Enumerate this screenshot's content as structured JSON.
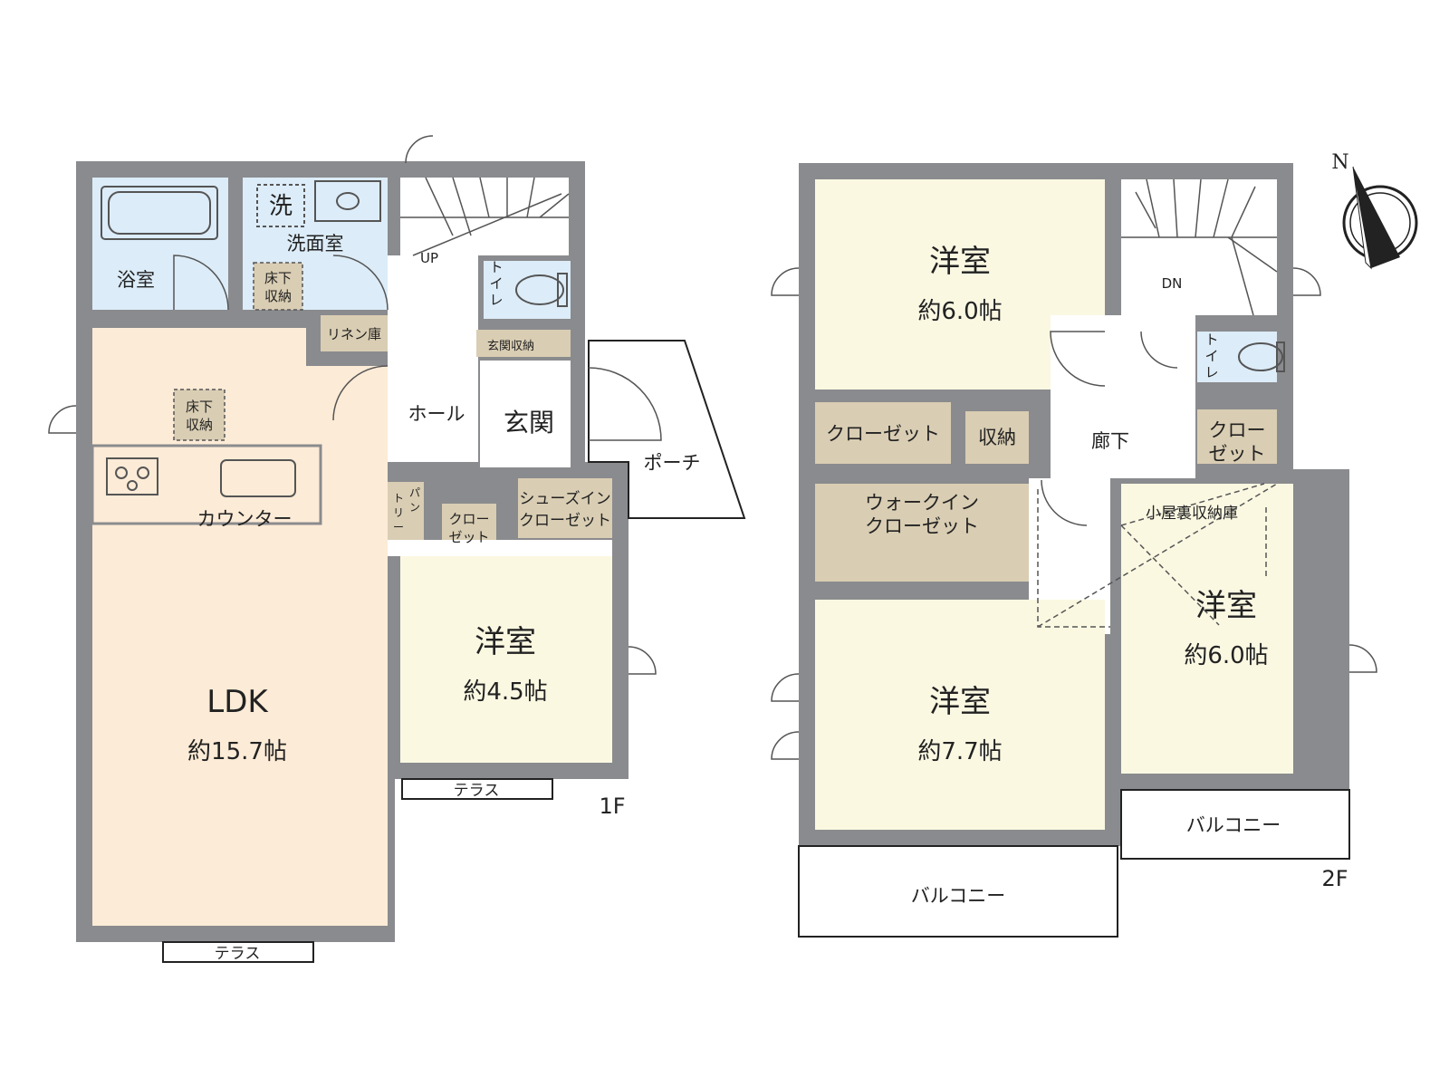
{
  "colors": {
    "wall": "#8a8b8e",
    "ldk": "#fcebd6",
    "western": "#fbf8e2",
    "wet": "#dcecf8",
    "storage": "#d9cdb3",
    "hall": "#ffffff"
  },
  "floor1": {
    "tag": "1F",
    "bath": "浴室",
    "washer": "洗",
    "washroom": "洗面室",
    "underfloor_wash": {
      "line1": "床下",
      "line2": "収納"
    },
    "linen": "リネン庫",
    "up": "UP",
    "toilet": {
      "line1": "ト",
      "line2": "イ",
      "line3": "レ"
    },
    "entrance_storage": "玄関収納",
    "hall": "ホール",
    "entrance": "玄関",
    "porch": "ポーチ",
    "underfloor_ldk": {
      "line1": "床下",
      "line2": "収納"
    },
    "counter": "カウンター",
    "pantry": {
      "line1": "パ",
      "line2": "ン",
      "line3": "ト",
      "line4": "リ",
      "line5": "ー"
    },
    "closet": {
      "line1": "クロー",
      "line2": "ゼット"
    },
    "shoes_closet": {
      "line1": "シューズイン",
      "line2": "クローゼット"
    },
    "ldk": {
      "name": "LDK",
      "size": "約15.7帖"
    },
    "western": {
      "name": "洋室",
      "size": "約4.5帖"
    },
    "terrace_a": "テラス",
    "terrace_b": "テラス"
  },
  "floor2": {
    "tag": "2F",
    "dn": "DN",
    "toilet": {
      "line1": "ト",
      "line2": "イ",
      "line3": "レ"
    },
    "closet_a": "クローゼット",
    "storage": "収納",
    "corridor": "廊下",
    "closet_b": {
      "line1": "クロー",
      "line2": "ゼット"
    },
    "walkin": {
      "line1": "ウォークイン",
      "line2": "クローゼット"
    },
    "attic": "小屋裏収納庫",
    "western_a": {
      "name": "洋室",
      "size": "約6.0帖"
    },
    "western_b": {
      "name": "洋室",
      "size": "約6.0帖"
    },
    "western_c": {
      "name": "洋室",
      "size": "約7.7帖"
    },
    "balcony_a": "バルコニー",
    "balcony_b": "バルコニー"
  },
  "compass": {
    "label": "N"
  }
}
